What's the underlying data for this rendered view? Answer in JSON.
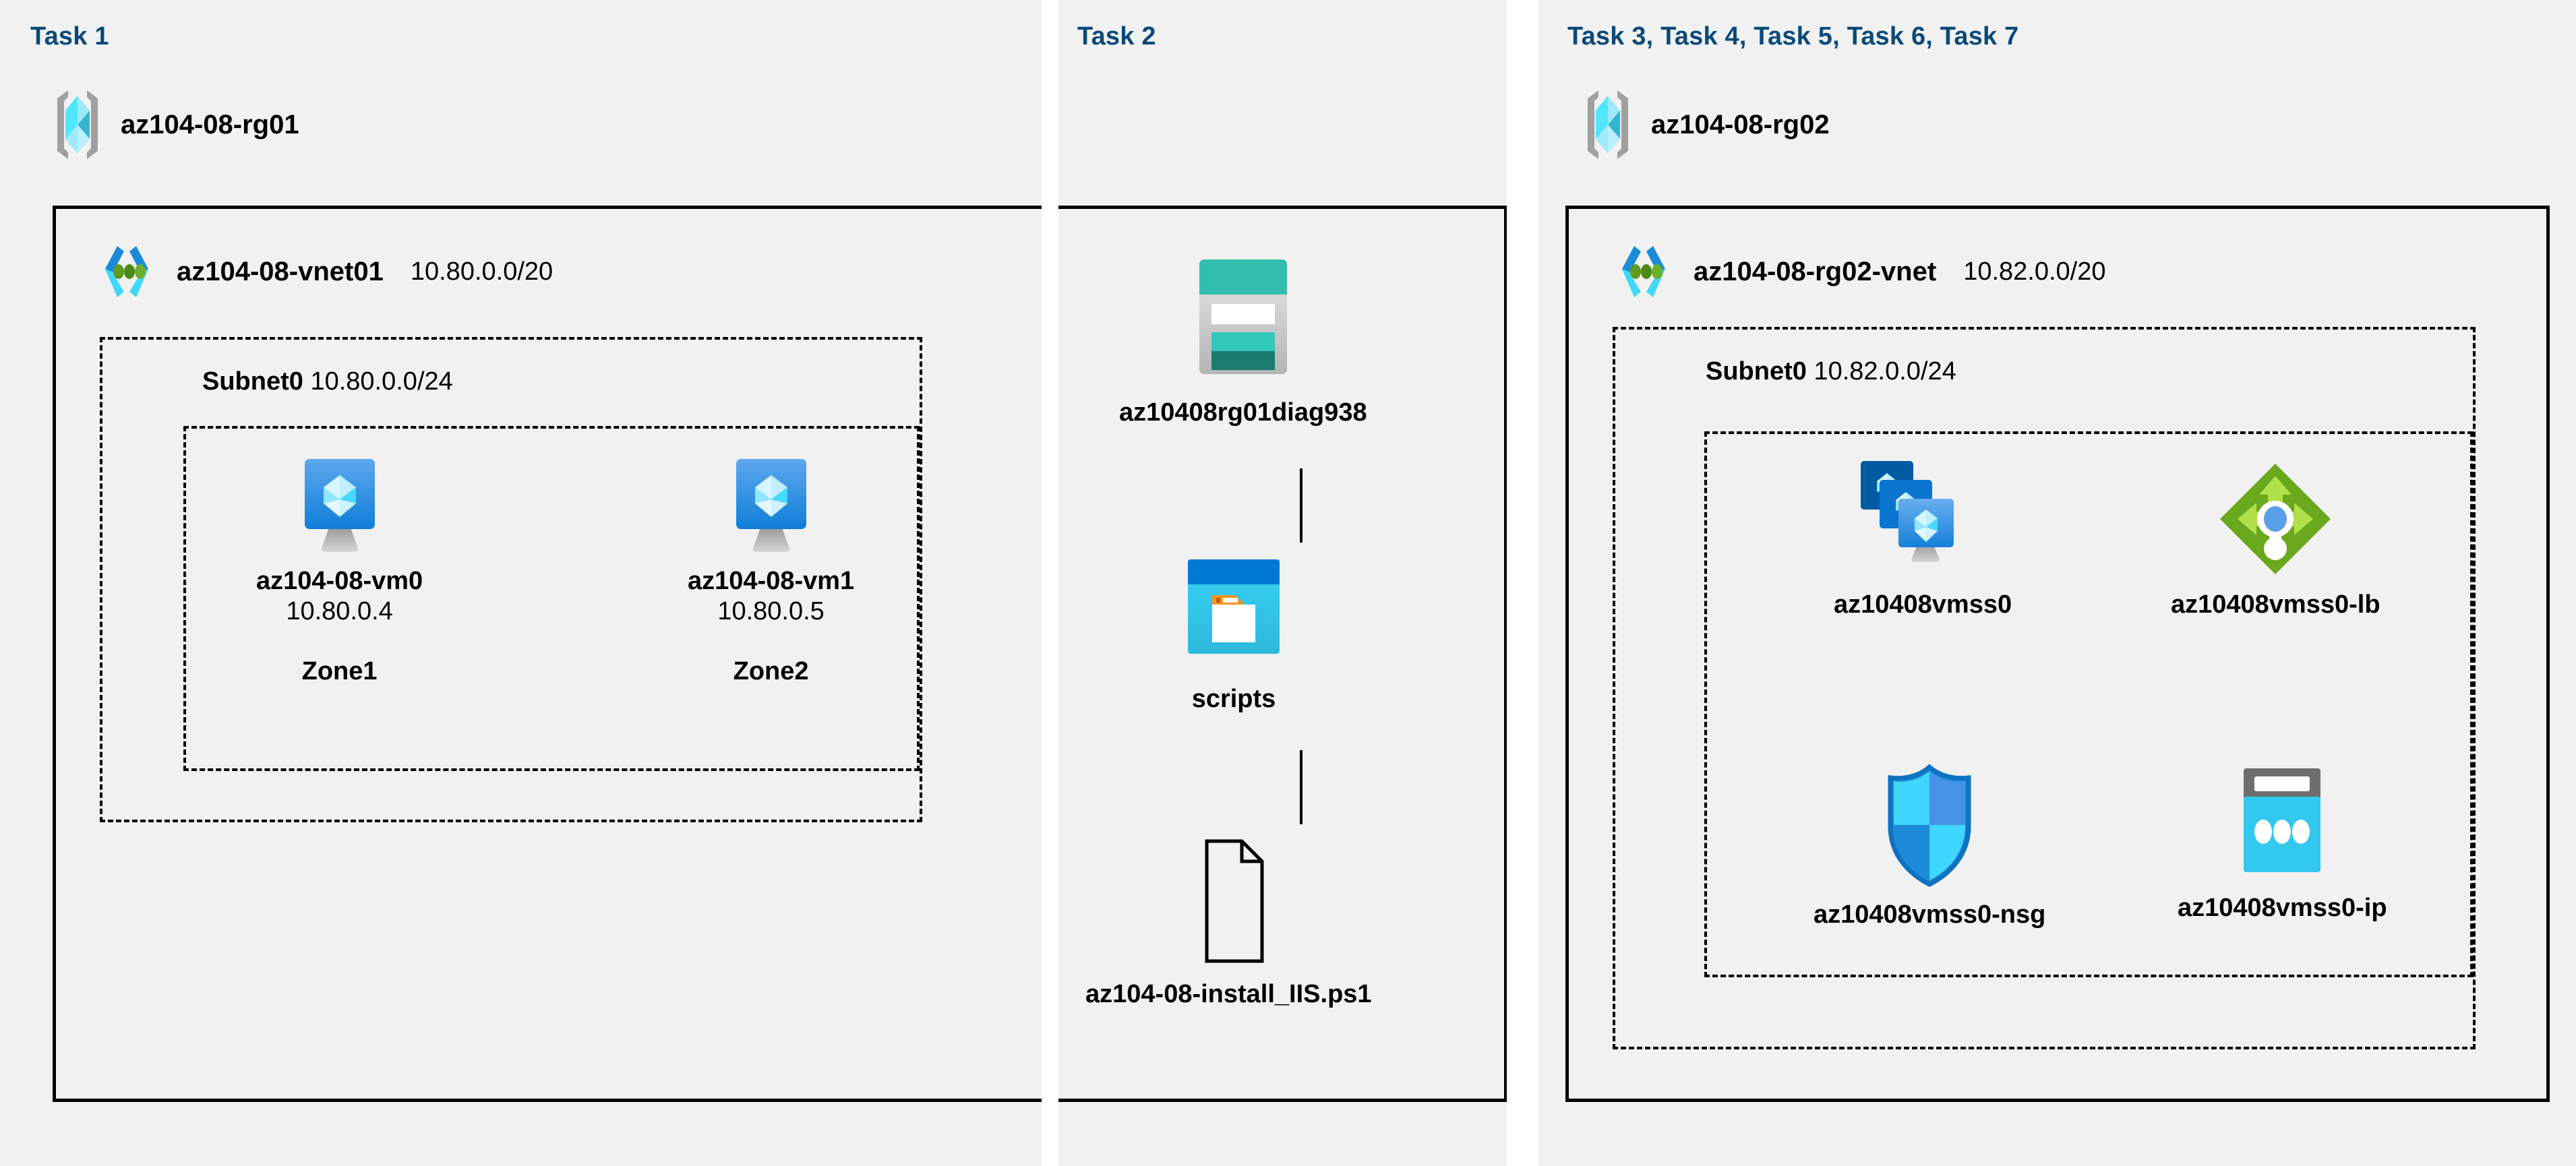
{
  "panels": [
    {
      "id": "task1",
      "title": "Task 1"
    },
    {
      "id": "task2",
      "title": "Task 2"
    },
    {
      "id": "task3",
      "title": "Task 3, Task 4, Task 5, Task 6, Task 7"
    }
  ],
  "colors": {
    "panel_background": "#f1f1f1",
    "page_background": "#ffffff",
    "task_title": "#0b4a78",
    "border": "#000000",
    "vm_blue": "#1f8ce8",
    "vmss_dark_blue": "#005ba1",
    "storage_teal": "#32bdaf",
    "storage_teal_dark": "#1b7b6f",
    "container_blue": "#0078d4",
    "container_cyan": "#32c8f0",
    "folder_orange": "#f7941e",
    "lb_green": "#6aa81e",
    "lb_green_light": "#b0e04a",
    "lb_dot_blue": "#5aa0e8",
    "nsg_blue": "#1f8ce8",
    "nsg_cyan": "#3fd6ff",
    "ip_gray": "#6e6e6e",
    "ip_cyan": "#32c8f0",
    "rg_bracket_gray": "#a0a0a0",
    "rg_cyan": "#50e6ff",
    "vnet_blue": "#1b8bd8",
    "vnet_cyan": "#40d8f8",
    "vnet_green": "#5e9b20"
  },
  "task1": {
    "resource_group": {
      "name": "az104-08-rg01",
      "icon": "resource-group-icon"
    },
    "vnet": {
      "name": "az104-08-vnet01",
      "cidr": "10.80.0.0/20",
      "icon": "virtual-network-icon"
    },
    "subnet": {
      "name": "Subnet0",
      "cidr": "10.80.0.0/24"
    },
    "vms": [
      {
        "name": "az104-08-vm0",
        "ip": "10.80.0.4",
        "zone": "Zone1",
        "icon": "virtual-machine-icon"
      },
      {
        "name": "az104-08-vm1",
        "ip": "10.80.0.5",
        "zone": "Zone2",
        "icon": "virtual-machine-icon"
      }
    ]
  },
  "task2": {
    "storage_account": {
      "name": "az10408rg01diag938",
      "icon": "storage-account-icon"
    },
    "container": {
      "name": "scripts",
      "icon": "blob-container-icon"
    },
    "file": {
      "name": "az104-08-install_IIS.ps1",
      "icon": "file-icon"
    }
  },
  "task3": {
    "resource_group": {
      "name": "az104-08-rg02",
      "icon": "resource-group-icon"
    },
    "vnet": {
      "name": "az104-08-rg02-vnet",
      "cidr": "10.82.0.0/20",
      "icon": "virtual-network-icon"
    },
    "subnet": {
      "name": "Subnet0",
      "cidr": "10.82.0.0/24"
    },
    "resources": [
      {
        "name": "az10408vmss0",
        "icon": "vm-scale-set-icon"
      },
      {
        "name": "az10408vmss0-lb",
        "icon": "load-balancer-icon"
      },
      {
        "name": "az10408vmss0-nsg",
        "icon": "network-security-group-icon"
      },
      {
        "name": "az10408vmss0-ip",
        "icon": "public-ip-address-icon"
      }
    ]
  }
}
